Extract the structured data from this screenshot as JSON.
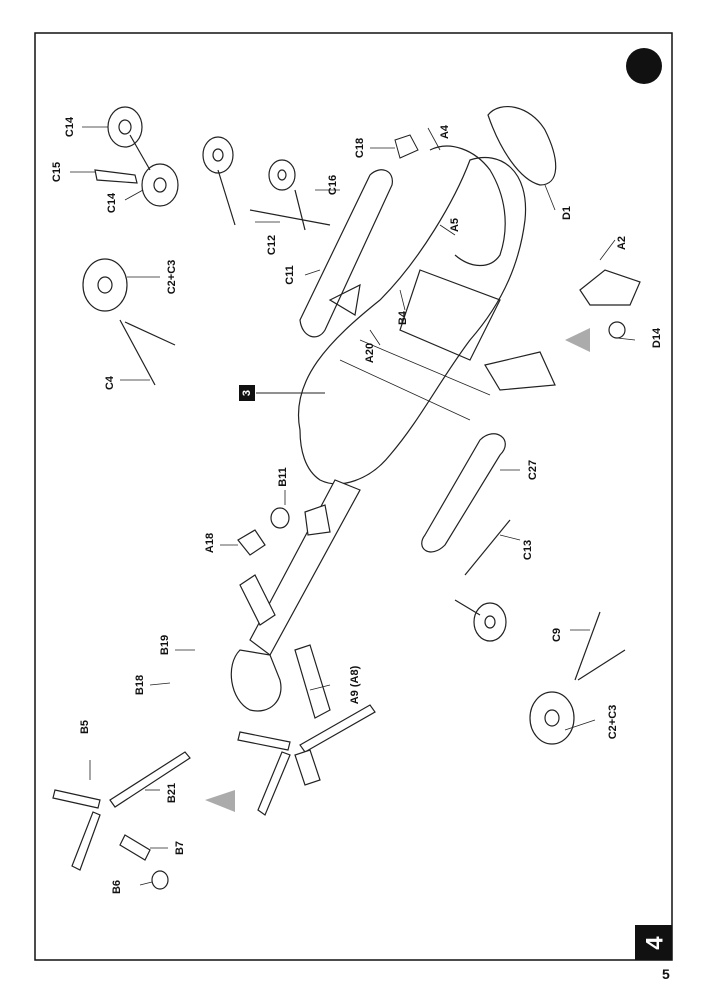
{
  "step_number": "4",
  "page_number": "5",
  "callout_step": "3",
  "labels": {
    "c14_top": "C14",
    "c15": "C15",
    "c14_bottom": "C14",
    "c2c3_top": "C2+C3",
    "c4": "C4",
    "c18": "C18",
    "a4": "A4",
    "c16": "C16",
    "c12": "C12",
    "a5": "A5",
    "d1": "D1",
    "c11": "C11",
    "a2": "A2",
    "b4": "B4",
    "d14": "D14",
    "a20": "A20",
    "c27": "C27",
    "b11": "B11",
    "a18": "A18",
    "c13": "C13",
    "b19": "B19",
    "c9": "C9",
    "b18": "B18",
    "a9a8": "A9 (A8)",
    "c2c3_bottom": "C2+C3",
    "b5": "B5",
    "b21": "B21",
    "b7": "B7",
    "b6": "B6"
  }
}
